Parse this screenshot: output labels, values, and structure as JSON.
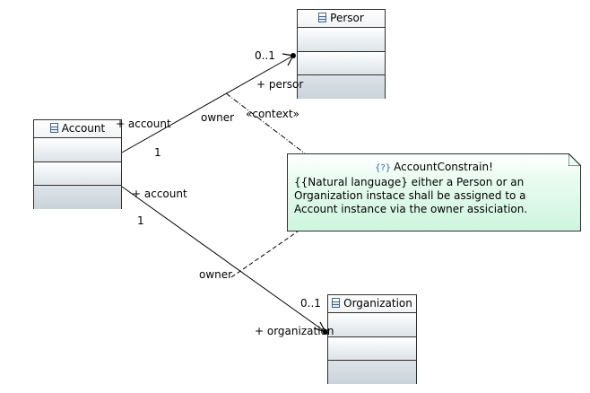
{
  "classes": {
    "persor": {
      "name": "Persor"
    },
    "account": {
      "name": "Account"
    },
    "organization": {
      "name": "Organization"
    }
  },
  "associations": {
    "persor_assoc": {
      "end1_role": "+ account",
      "end1_multiplicity": "1",
      "end2_role": "+ persor",
      "end2_multiplicity": "0..1",
      "name": "owner"
    },
    "org_assoc": {
      "end1_role": "+ account",
      "end1_multiplicity": "1",
      "end2_role": "+ organization",
      "end2_multiplicity": "0..1",
      "name": "owner"
    }
  },
  "stereotype": "«context»",
  "note": {
    "icon": "{?}",
    "title": "AccountConstrain!",
    "body_lines": [
      "{{Natural language} either a Person or an",
      "Organization instace shall be assigned to a",
      "Account instance via the owner assiciation."
    ]
  },
  "colors": {
    "line": "#000000",
    "note_fill": "#cdf5de",
    "class_section": "#dde3e8",
    "icon": "#40658f"
  }
}
